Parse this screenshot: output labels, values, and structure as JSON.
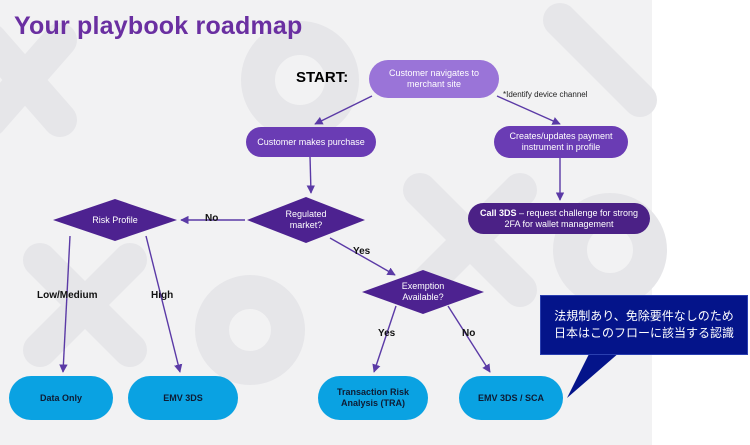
{
  "title": "Your playbook roadmap",
  "start_label": "START:",
  "nodes": {
    "navigate": "Customer navigates to merchant site",
    "purchase": "Customer makes purchase",
    "payment": "Creates/updates payment instrument in profile",
    "call3ds_bold": "Call 3DS",
    "call3ds_rest": " – request challenge for strong 2FA for wallet management",
    "regulated": "Regulated market?",
    "risk": "Risk Profile",
    "exemption": "Exemption Available?",
    "data_only": "Data Only",
    "emv3ds": "EMV 3DS",
    "tra": "Transaction Risk Analysis (TRA)",
    "emv3ds_sca": "EMV 3DS / SCA"
  },
  "edge_labels": {
    "identify": "*Identify device channel",
    "no_regulated": "No",
    "yes_regulated": "Yes",
    "low_medium": "Low/Medium",
    "high": "High",
    "yes_exemption": "Yes",
    "no_exemption": "No"
  },
  "callout": {
    "line1": "法規制あり、免除要件なしのため",
    "line2": "日本はこのフローに該当する認識"
  },
  "colors": {
    "purple": "#6a3cb4",
    "light_purple": "#9a74d8",
    "dark_purple": "#4b2186",
    "diamond": "#4d2290",
    "blue": "#0aa2e2",
    "callout": "#04148a",
    "title": "#6a2fa1"
  }
}
